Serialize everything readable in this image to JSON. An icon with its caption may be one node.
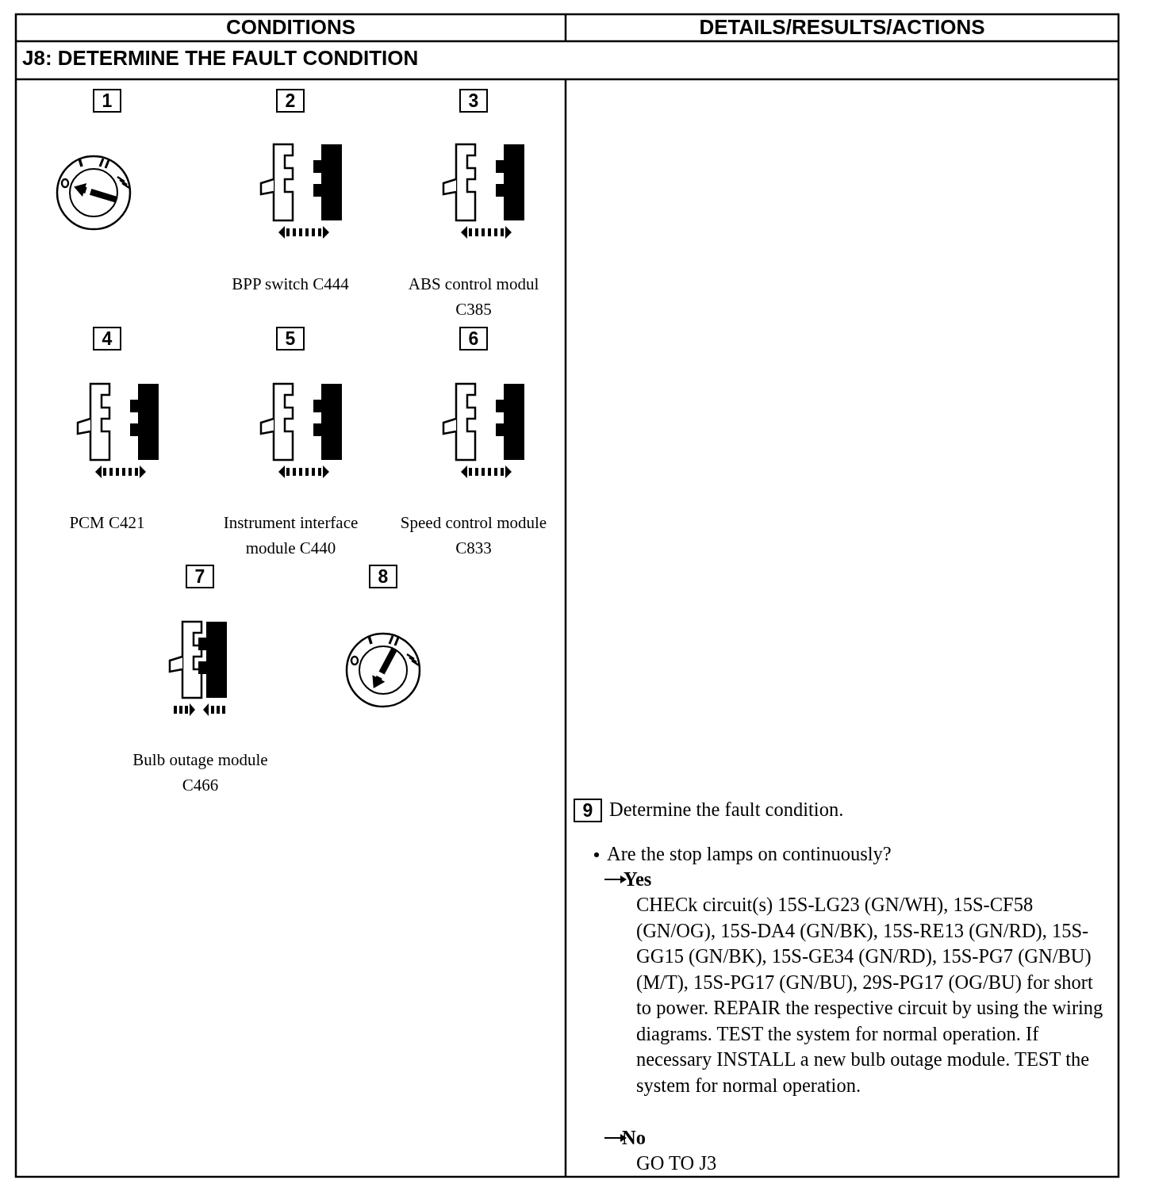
{
  "diagram": {
    "title": "J8: DETERMINE THE FAULT CONDITION",
    "labels": [
      "CONDITIONS",
      "DETAILS/RESULTS/ACTIONS",
      "1",
      "2",
      "3",
      "BPP switch C444",
      "ABS control modul C385",
      "4",
      "5",
      "6",
      "PCM C421",
      "Instrument interface module C440",
      "Speed control module C833",
      "7",
      "8",
      "Bulb outage module C466",
      "9",
      "Determine the fault condition.",
      "Are the stop lamps on continuously?",
      "Yes",
      "CHECk circuit(s) 15S-LG23 (GN/WH), 15S-CF58 (GN/OG), 15S-DA4 (GN/BK), 15S-RE13 (GN/RD), 15S-GG15 (GN/BK), 15S-GE34 (GN/RD), 15S-PG7 (GN/BU) (M/T), 15S-PG17 (GN/BU), 29S-PG17 (OG/BU) for short to power. REPAIR the respective circuit by using the wiring diagrams. TEST the system for normal operation. If necessary INSTALL a new bulb outage module. TEST the system for normal operation.",
      "No",
      "GO TO J3"
    ]
  }
}
